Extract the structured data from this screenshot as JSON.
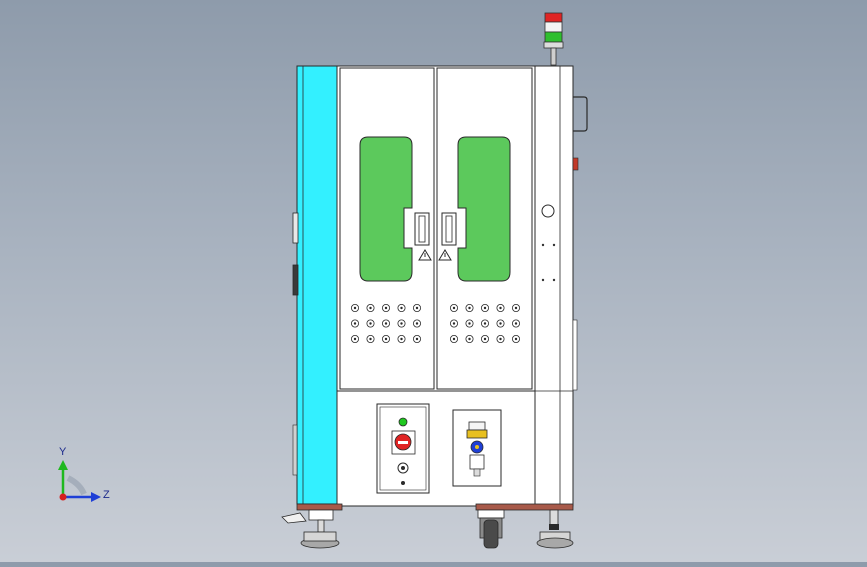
{
  "viewport": {
    "background_top": "#8e9bab",
    "background_bottom": "#c9ced6"
  },
  "model": {
    "panel_color": "#ffffff",
    "side_panel_color": "#33f0ff",
    "window_color": "#5cc95c",
    "outline_color": "#2a2a2a",
    "base_color": "#a85a4a",
    "signal_tower": [
      "red",
      "white",
      "green"
    ],
    "indicator_lamp": "green",
    "emergency_stop": "red",
    "warning_symbols": 2,
    "vent_grids": {
      "rows": 3,
      "cols": 5,
      "count": 2
    }
  },
  "triad": {
    "y_label": "Y",
    "z_label": "Z",
    "y_color": "#1fb81f",
    "z_color": "#1f3fd6",
    "origin_color": "#d62020"
  }
}
